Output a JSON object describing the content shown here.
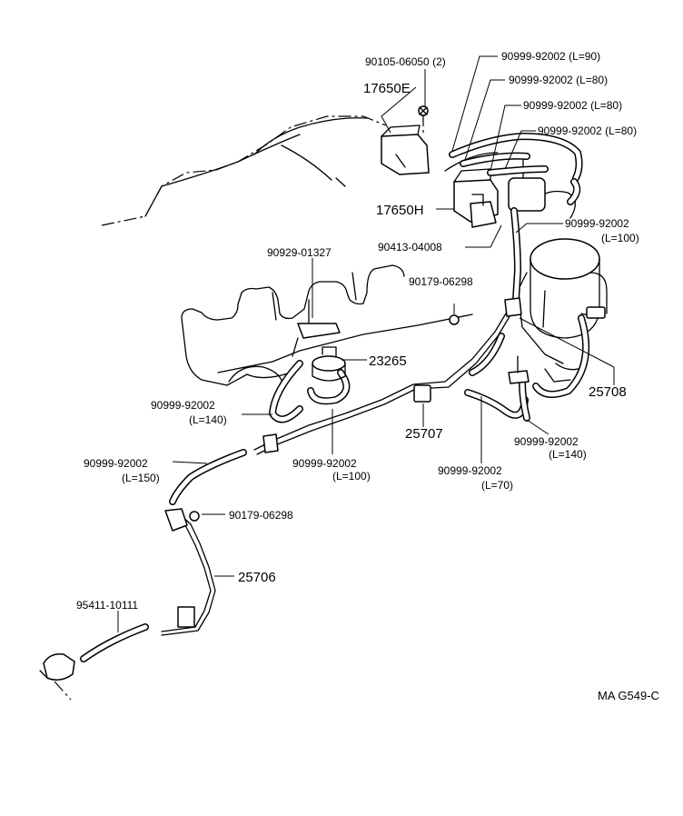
{
  "diagram": {
    "code": "MA G549-C",
    "labels": {
      "p90105": "90105-06050 (2)",
      "p17650E": "17650E",
      "p17650H": "17650H",
      "p90413": "90413-04008",
      "h_l90": "90999-92002 (L=90)",
      "h_l80a": "90999-92002 (L=80)",
      "h_l80b": "90999-92002 (L=80)",
      "h_l80c": "90999-92002 (L=80)",
      "h_l100a": "90999-92002",
      "h_l100a_len": "(L=100)",
      "p90929": "90929-01327",
      "p90179a": "90179-06298",
      "p23265": "23265",
      "p25708": "25708",
      "h_l140a": "90999-92002",
      "h_l140a_len": "(L=140)",
      "p25707": "25707",
      "h_l140b": "90999-92002",
      "h_l140b_len": "(L=140)",
      "h_l150": "90999-92002",
      "h_l150_len": "(L=150)",
      "h_l100b": "90999-92002",
      "h_l100b_len": "(L=100)",
      "h_l70": "90999-92002",
      "h_l70_len": "(L=70)",
      "p90179b": "90179-06298",
      "p25706": "25706",
      "p95411": "95411-10111"
    }
  }
}
